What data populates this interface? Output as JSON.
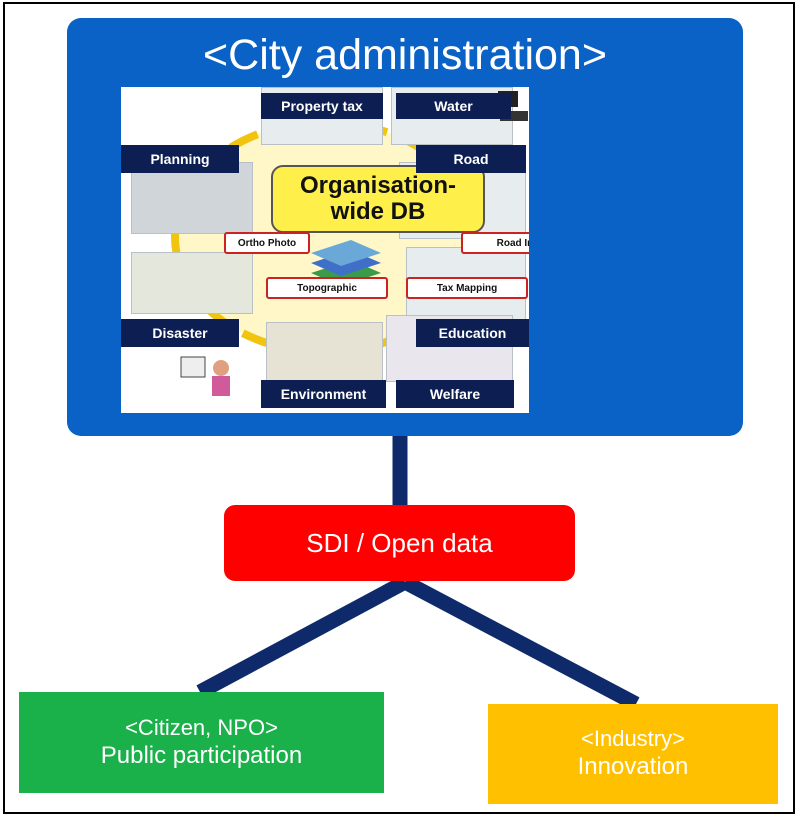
{
  "city": {
    "title": "<City administration>",
    "mural": {
      "center_line1": "Organisation-",
      "center_line2": "wide DB",
      "modules": {
        "property_tax": "Property tax",
        "water": "Water",
        "planning": "Planning",
        "road": "Road",
        "disaster": "Disaster",
        "education": "Education",
        "environment": "Environment",
        "welfare": "Welfare"
      },
      "data_layers": {
        "ortho_photo": "Ortho Photo",
        "road_information": "Road Information",
        "topographic": "Topographic",
        "tax_mapping": "Tax Mapping"
      }
    }
  },
  "sdi": {
    "label": "SDI / Open data"
  },
  "citizen": {
    "line1": "<Citizen, NPO>",
    "line2": "Public participation"
  },
  "industry": {
    "line1": "<Industry>",
    "line2": "Innovation"
  },
  "colors": {
    "city_box": "#0a62c6",
    "connector": "#0f2a6b",
    "sdi_box": "#ff0000",
    "citizen_box": "#1ab04a",
    "industry_box": "#ffc000",
    "module_label": "#0d1f52",
    "db_center": "#ffef4a"
  }
}
